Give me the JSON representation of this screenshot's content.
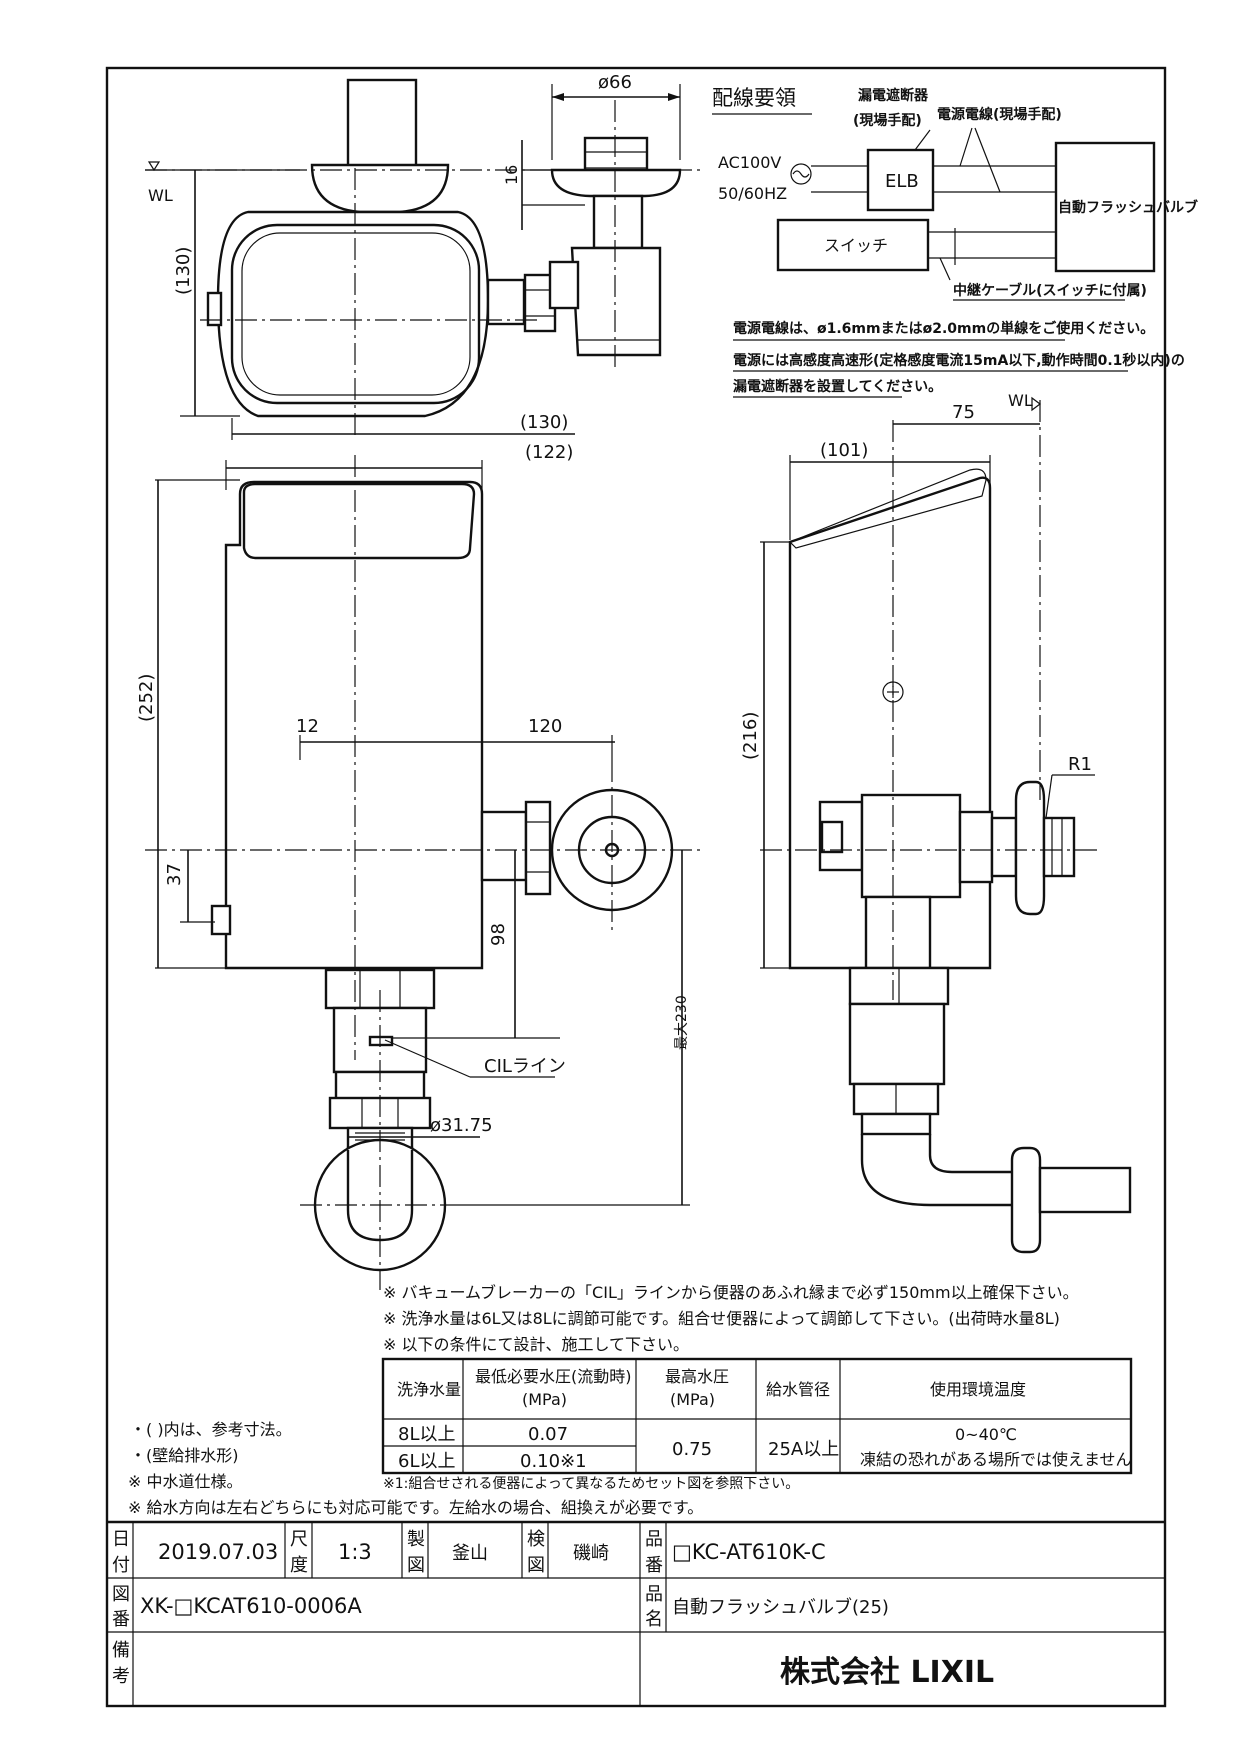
{
  "wiring": {
    "title": "配線要領",
    "elcb_label": "漏電遮断器",
    "elcb_note": "(現場手配)",
    "power_line_label": "電源電線(現場手配)",
    "ac_voltage": "AC100V",
    "ac_freq": "50/60HZ",
    "elb_box": "ELB",
    "valve_box": "自動フラッシュバルブ",
    "switch_box": "スイッチ",
    "relay_cable": "中継ケーブル(スイッチに付属)",
    "note1": "電源電線は、ø1.6mmまたはø2.0mmの単線をご使用ください。",
    "note2": "電源には高感度高速形(定格感度電流15mA以下,動作時間0.1秒以内)の",
    "note3": "漏電遮断器を設置してください。"
  },
  "dims": {
    "d66": "ø66",
    "d16": "16",
    "wl_left": "WL",
    "d130_v": "(130)",
    "d130_h": "(130)",
    "d122": "(122)",
    "d252": "(252)",
    "d12": "12",
    "d120": "120",
    "d37": "37",
    "d98": "98",
    "max230": "最大230",
    "cil": "CILライン",
    "d3175": "ø31.75",
    "d75": "75",
    "wl_right": "WL",
    "d101": "(101)",
    "d216": "(216)",
    "r1": "R1"
  },
  "notes": {
    "n1": "※ バキュームブレーカーの「CIL」ラインから便器のあふれ縁まで必ず150mm以上確保下さい。",
    "n2": "※ 洗浄水量は6L又は8Lに調節可能です。組合せ便器によって調節して下さい。(出荷時水量8L)",
    "n3": "※ 以下の条件にて設計、施工して下さい。",
    "left1": "・( )内は、参考寸法。",
    "left2": "・(壁給排水形)",
    "left3": "※ 中水道仕様。",
    "bottom1": "※ 給水方向は左右どちらにも対応可能です。左給水の場合、組換えが必要です。",
    "footnote": "※1:組合せされる便器によって異なるためセット図を参照下さい。"
  },
  "spec_table": {
    "headers": [
      "洗浄水量",
      "最低必要水圧(流動時)",
      "(MPa)",
      "最高水圧",
      "(MPa)",
      "給水管径",
      "使用環境温度"
    ],
    "row1": [
      "8L以上",
      "0.07"
    ],
    "row2": [
      "6L以上",
      "0.10※1"
    ],
    "max_pressure": "0.75",
    "pipe": "25A以上",
    "temp": "0~40℃",
    "temp_note": "凍結の恐れがある場所では使えません"
  },
  "title_block": {
    "date_label": [
      "日",
      "付"
    ],
    "date": "2019.07.03",
    "scale_label": [
      "尺",
      "度"
    ],
    "scale": "1:3",
    "drawn_label": [
      "製",
      "図"
    ],
    "drawn": "釜山",
    "check_label": [
      "検",
      "図"
    ],
    "check": "磯崎",
    "part_no_label": [
      "品",
      "番"
    ],
    "part_no": "□KC-AT610K-C",
    "drawing_no_label": [
      "図",
      "番"
    ],
    "drawing_no": "XK-□KCAT610-0006A",
    "part_name_label": [
      "品",
      "名"
    ],
    "part_name": "自動フラッシュバルブ(25)",
    "remarks_label": [
      "備",
      "考"
    ],
    "company": "株式会社 LIXIL"
  }
}
